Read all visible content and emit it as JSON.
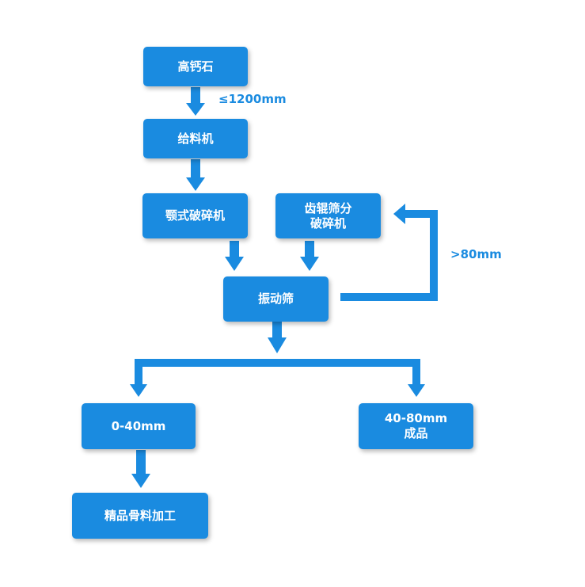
{
  "colors": {
    "box": "#1a8be0",
    "connector": "#1a8be0",
    "text": "#ffffff",
    "note": "#1a8be0"
  },
  "nodes": {
    "limestone": "高钙石",
    "feeder": "给料机",
    "jaw_crusher": "颚式破碎机",
    "roller_crusher_line1": "齿辊筛分",
    "roller_crusher_line2": "破碎机",
    "vibrating_screen": "振动筛",
    "fine_fraction": "0-40mm",
    "coarse_fraction_line1": "40-80mm",
    "coarse_fraction_line2": "成品",
    "aggregate_processing": "精品骨料加工"
  },
  "labels": {
    "feed_size": "≤1200mm",
    "oversize": ">80mm"
  }
}
